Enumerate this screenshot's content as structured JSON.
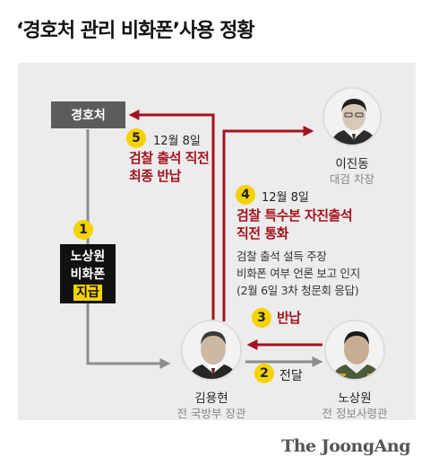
{
  "title": "‘경호처 관리 비화폰’사용 정황",
  "nodes": {
    "security_service": "경호처",
    "lee": {
      "name": "이진동",
      "role": "대검 차장"
    },
    "kim": {
      "name": "김용현",
      "role": "전 국방부 장관"
    },
    "noh": {
      "name": "노상원",
      "role": "전 정보사령관"
    }
  },
  "steps": {
    "s1": {
      "num": "1",
      "line1": "노상원",
      "line2": "비화폰",
      "line3": "지급"
    },
    "s2": {
      "num": "2",
      "label": "전달"
    },
    "s3": {
      "num": "3",
      "label": "반납"
    },
    "s4": {
      "num": "4",
      "date": "12월 8일",
      "headline1": "검찰 특수본 자진출석",
      "headline2": "직전 통화",
      "detail1": "검찰 출석 설득 주장",
      "detail2": "비화폰 여부 언론 보고 인지",
      "detail3": "(2월 6일 3차 청문회 응답)"
    },
    "s5": {
      "num": "5",
      "date": "12월 8일",
      "headline1": "검찰 출석 직전",
      "headline2": "최종 반납"
    }
  },
  "colors": {
    "accent_red": "#a3131d",
    "badge_yellow": "#f5d300",
    "arrow_gray": "#8d8d8d"
  },
  "logo": "The JoongAng"
}
